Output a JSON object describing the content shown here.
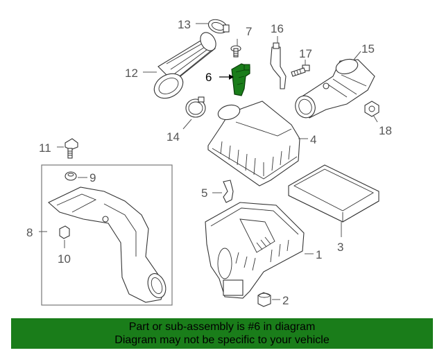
{
  "callouts": {
    "c1": "1",
    "c2": "2",
    "c3": "3",
    "c4": "4",
    "c5": "5",
    "c6": "6",
    "c7": "7",
    "c8": "8",
    "c9": "9",
    "c10": "10",
    "c11": "11",
    "c12": "12",
    "c13": "13",
    "c14": "14",
    "c15": "15",
    "c16": "16",
    "c17": "17",
    "c18": "18"
  },
  "highlight_part": "6",
  "colors": {
    "highlight": "#1a7d1a",
    "banner": "#1a7d1a",
    "line": "#333333",
    "label": "#555555"
  },
  "banner": {
    "line1": "Part or sub-assembly is #6 in diagram",
    "line2": "Diagram may not be specific to your vehicle"
  }
}
